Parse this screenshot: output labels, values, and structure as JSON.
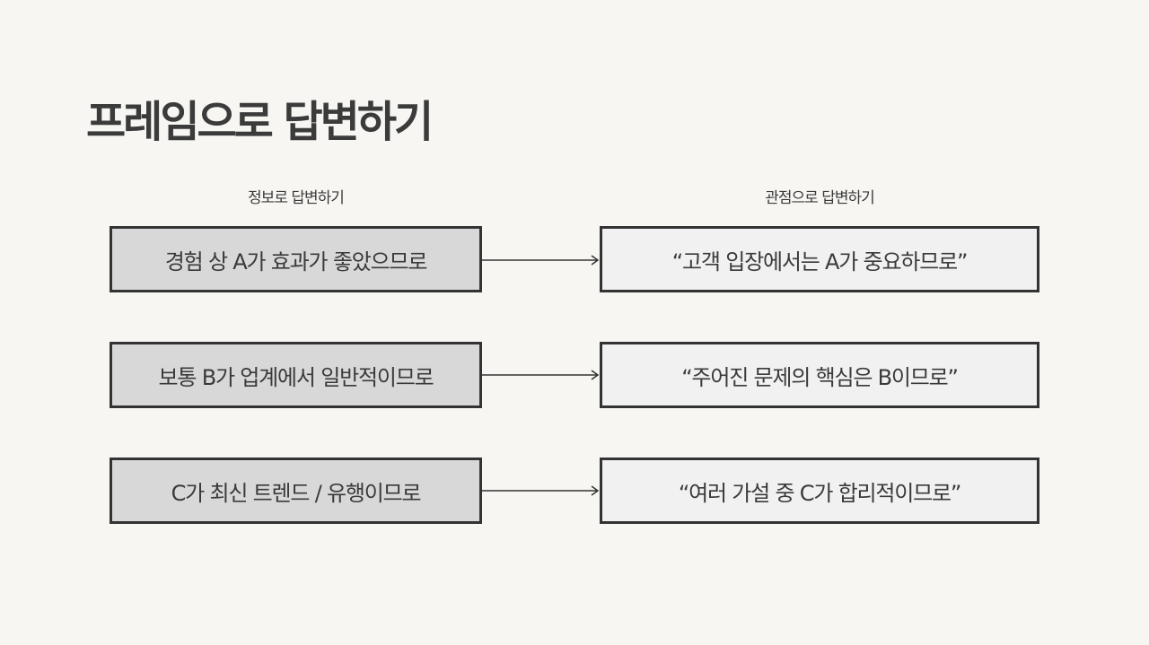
{
  "title": "프레임으로 답변하기",
  "headers": {
    "left": "정보로 답변하기",
    "right": "관점으로 답변하기"
  },
  "rows": [
    {
      "left": "경험 상 A가 효과가 좋았으므로",
      "right": "“고객 입장에서는 A가 중요하므로”"
    },
    {
      "left": "보통 B가 업계에서 일반적이므로",
      "right": "“주어진 문제의 핵심은 B이므로”"
    },
    {
      "left": "C가 최신 트렌드 / 유행이므로",
      "right": "“여러 가설 중 C가 합리적이므로”"
    }
  ]
}
